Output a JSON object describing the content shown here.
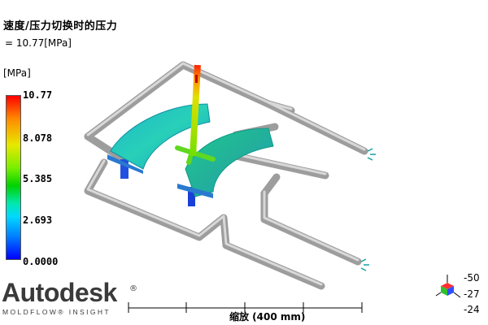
{
  "result": {
    "title": "速度/压力切换时的压力",
    "value": "= 10.77[MPa]",
    "unit": "[MPa]"
  },
  "legend": {
    "ticks": [
      "10.77",
      "8.078",
      "5.385",
      "2.693",
      "0.0000"
    ],
    "colors": [
      "#ff0000",
      "#ff8a00",
      "#e8e800",
      "#00d200",
      "#00d8ff",
      "#0000ff"
    ]
  },
  "logo": {
    "name": "Autodesk",
    "reg": "®",
    "subtitle": "MOLDFLOW® INSIGHT"
  },
  "scale_bar": {
    "label": "缩放 (400 mm)"
  },
  "orientation": {
    "values": [
      "-50",
      "-27",
      "-24"
    ]
  },
  "model": {
    "pipe_color": "#a9a9a9",
    "part_color": "#1ebfae"
  }
}
